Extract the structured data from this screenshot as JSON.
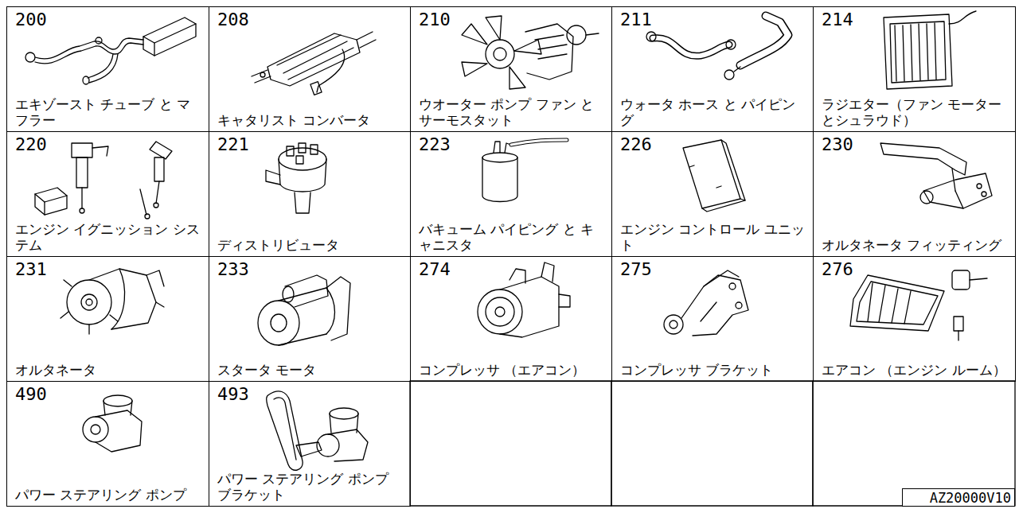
{
  "diagram": {
    "nodes": [
      {
        "text": [
          "200",
          "エキゾースト チューブ と マフラー"
        ]
      },
      {
        "text": [
          "208",
          "キャタリスト コンバータ"
        ]
      },
      {
        "text": [
          "210",
          "ウオーター ポンプ ファン と サーモスタット"
        ]
      },
      {
        "text": [
          "211",
          "ウォータ ホース と パイピング"
        ]
      },
      {
        "text": [
          "214",
          "ラジエター（ファン モーター とシュラウド）"
        ]
      },
      {
        "text": [
          "220",
          "エンジン イグニッション システム"
        ]
      },
      {
        "text": [
          "221",
          "ディストリビュータ"
        ]
      },
      {
        "text": [
          "223",
          "バキューム パイピング と キャニスタ"
        ]
      },
      {
        "text": [
          "226",
          "エンジン コントロール ユニット"
        ]
      },
      {
        "text": [
          "230",
          "オルタネータ フィッティング"
        ]
      },
      {
        "text": [
          "231",
          "オルタネータ"
        ]
      },
      {
        "text": [
          "233",
          "スタータ モータ"
        ]
      },
      {
        "text": [
          "274",
          "コンプレッサ （エアコン）"
        ]
      },
      {
        "text": [
          "275",
          "コンプレッサ ブラケット"
        ]
      },
      {
        "text": [
          "276",
          "エアコン （エンジン ルーム）"
        ]
      },
      {
        "text": [
          "490",
          "パワー ステアリング ポンプ"
        ]
      },
      {
        "text": [
          "493",
          "パワー ステアリング ポンプ ブラケット"
        ]
      },
      {
        "text": [
          "AZ20000V10"
        ]
      }
    ]
  }
}
